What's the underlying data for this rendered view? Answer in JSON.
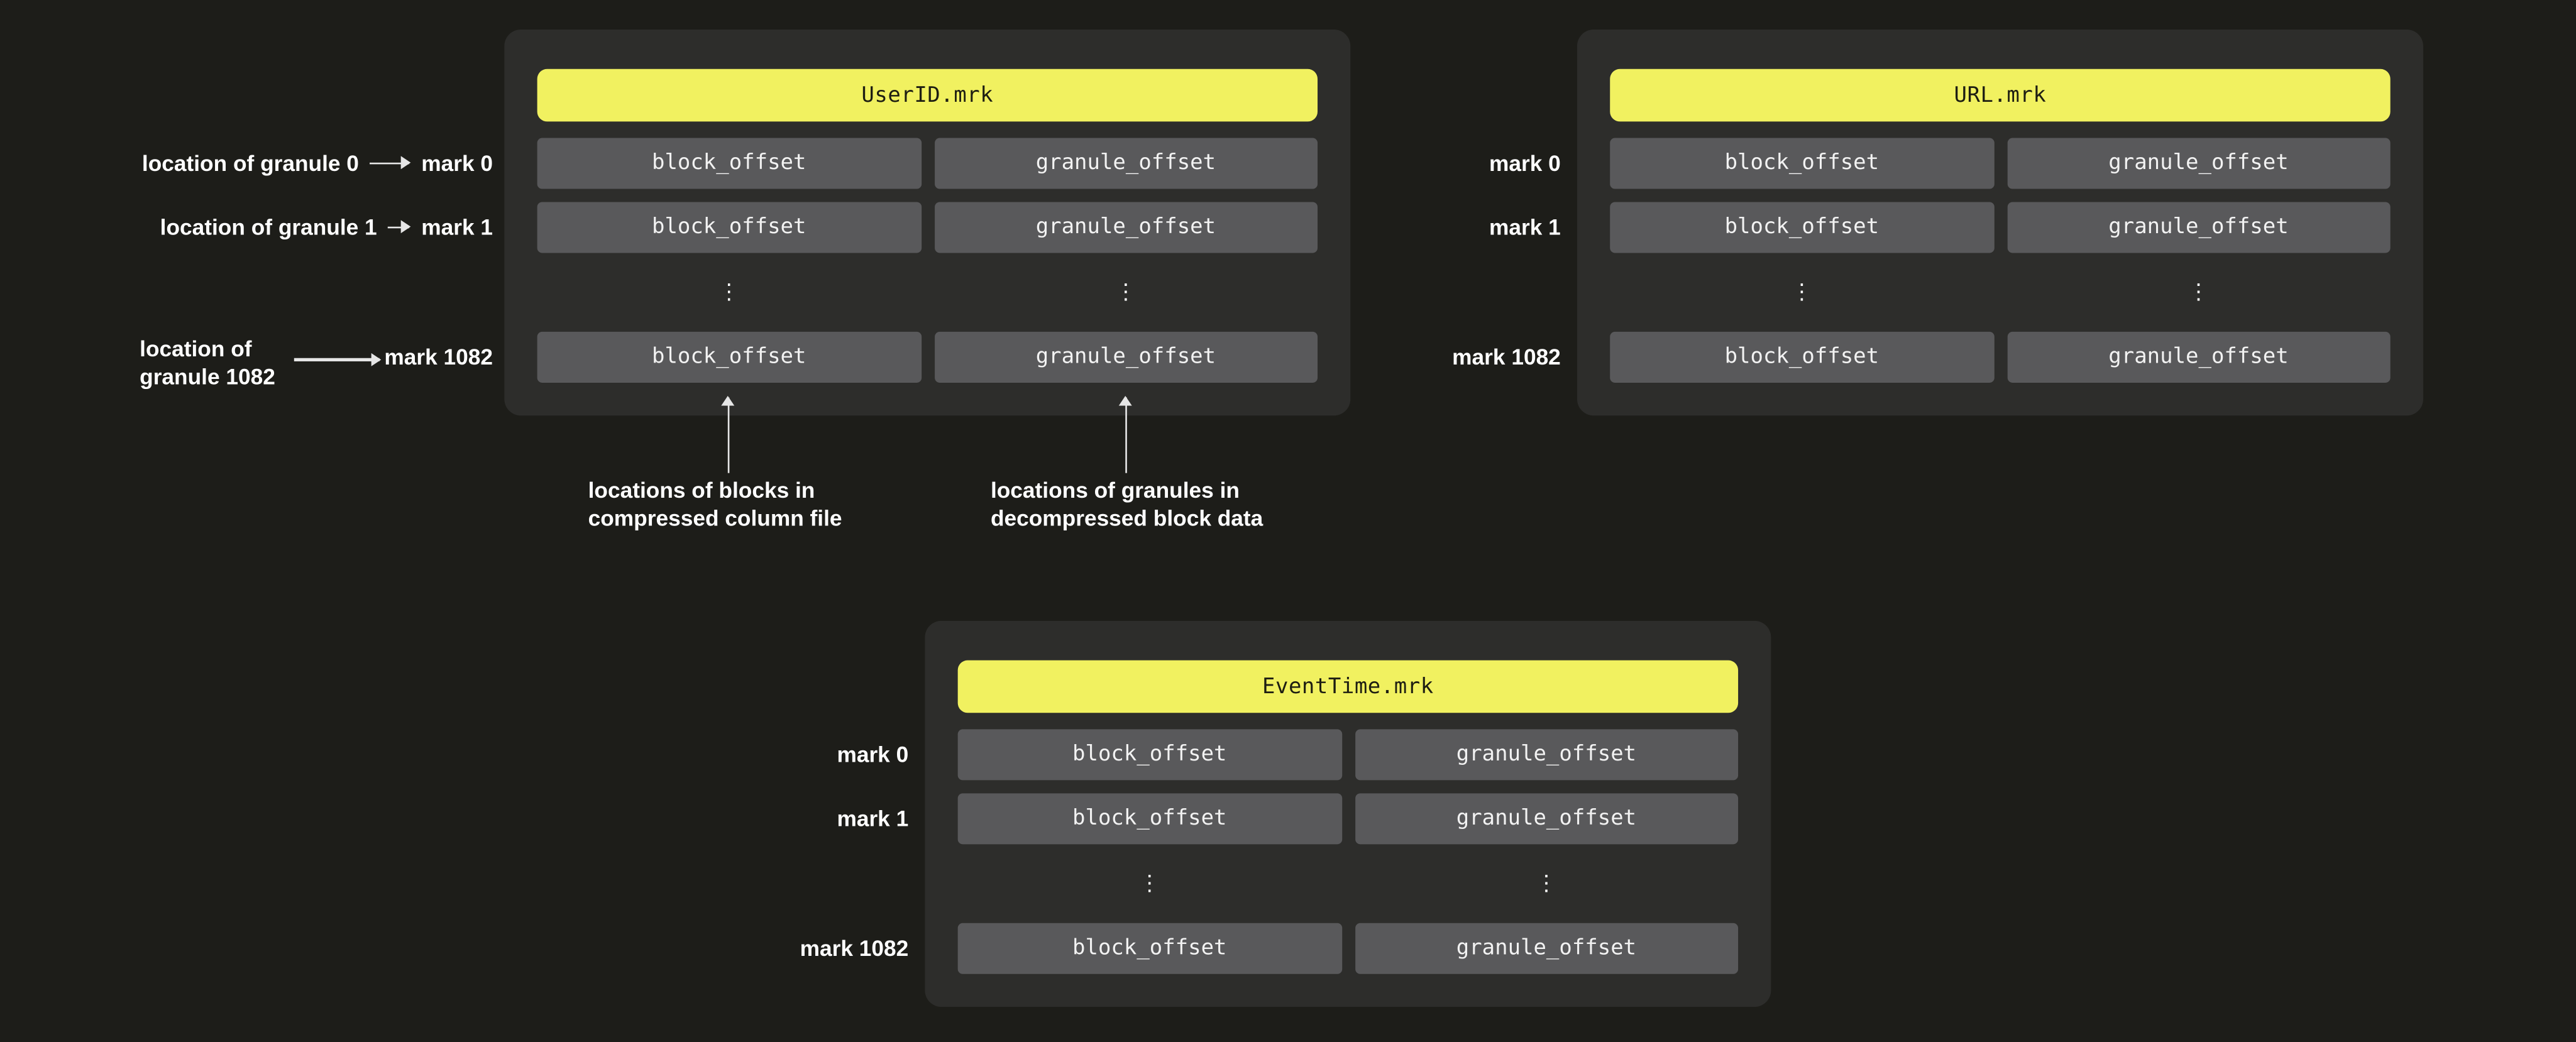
{
  "colors": {
    "background": "#1d1d19",
    "panel_bg": "#2d2d2b",
    "cell_bg": "#59595b",
    "cell_text": "#f2f2f2",
    "header_bg": "#f1f160",
    "header_text": "#1e1e12",
    "text": "#ffffff",
    "arrow": "#e6e6e6"
  },
  "cell_labels": {
    "block": "block_offset",
    "granule": "granule_offset",
    "ellipsis": "⋮"
  },
  "panels": {
    "userid": {
      "title": "UserID.mrk",
      "marks": [
        "mark 0",
        "mark 1",
        "mark 1082"
      ]
    },
    "url": {
      "title": "URL.mrk",
      "marks": [
        "mark 0",
        "mark 1",
        "mark 1082"
      ]
    },
    "eventtime": {
      "title": "EventTime.mrk",
      "marks": [
        "mark 0",
        "mark 1",
        "mark 1082"
      ]
    }
  },
  "left_annotations": {
    "granule0": "location of granule 0",
    "granule1": "location of granule 1",
    "granule1082_line1": "location of",
    "granule1082_line2": "granule 1082"
  },
  "bottom_annotations": {
    "blocks_line1": "locations of blocks in",
    "blocks_line2": "compressed column file",
    "granules_line1": "locations of granules in",
    "granules_line2": "decompressed block data"
  }
}
